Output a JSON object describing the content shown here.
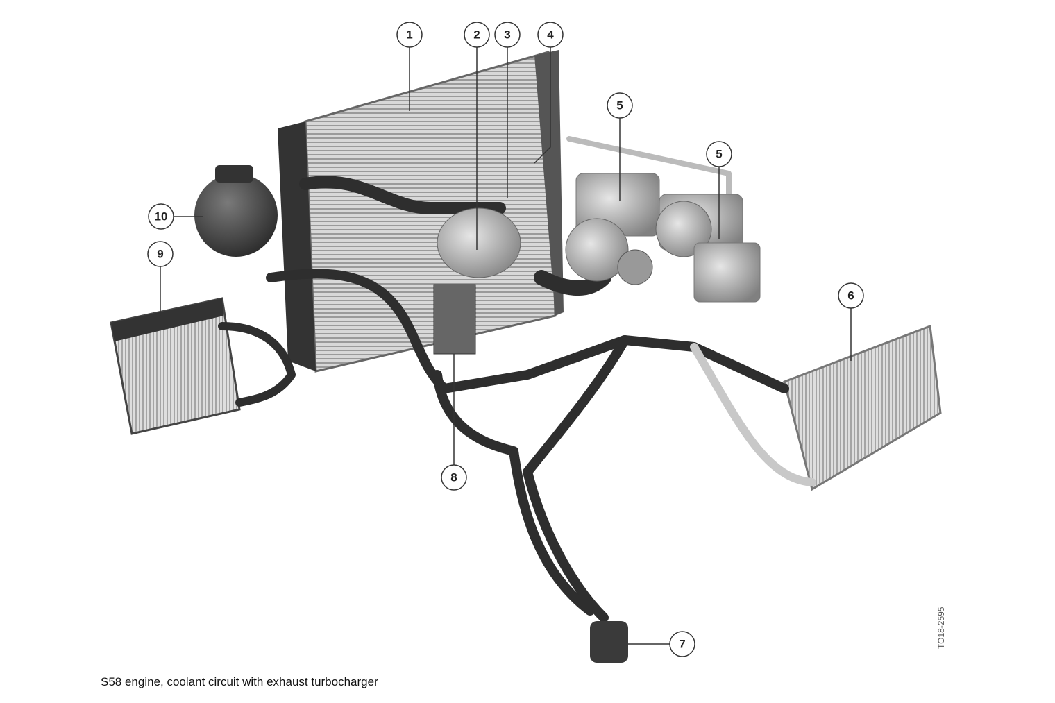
{
  "caption": "S58 engine, coolant circuit with exhaust turbocharger",
  "document_id": "TO18-2595",
  "callouts": [
    {
      "label": "1"
    },
    {
      "label": "2"
    },
    {
      "label": "3"
    },
    {
      "label": "4"
    },
    {
      "label": "5"
    },
    {
      "label": "5"
    },
    {
      "label": "6"
    },
    {
      "label": "7"
    },
    {
      "label": "8"
    },
    {
      "label": "9"
    },
    {
      "label": "10"
    }
  ]
}
